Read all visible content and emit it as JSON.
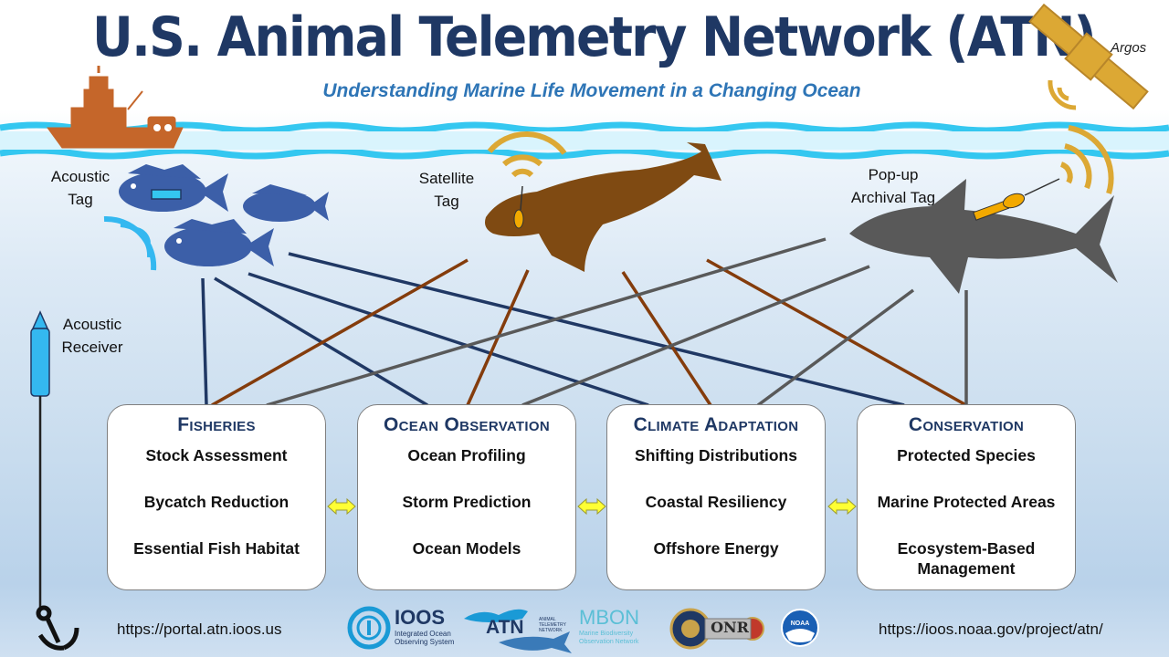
{
  "header": {
    "title": "U.S. Animal Telemetry Network (ATN)",
    "subtitle": "Understanding Marine Life Movement in a Changing Ocean",
    "argos_label": "Argos"
  },
  "tags": {
    "acoustic": [
      "Acoustic",
      "Tag"
    ],
    "satellite": [
      "Satellite",
      "Tag"
    ],
    "popup": [
      "Pop-up",
      "Archival Tag"
    ],
    "receiver": [
      "Acoustic",
      "Receiver"
    ]
  },
  "boxes": [
    {
      "title": "Fisheries",
      "items": [
        "Stock Assessment",
        "Bycatch Reduction",
        "Essential Fish Habitat"
      ]
    },
    {
      "title": "Ocean Observation",
      "items": [
        "Ocean Profiling",
        "Storm Prediction",
        "Ocean Models"
      ]
    },
    {
      "title": "Climate Adaptation",
      "items": [
        "Shifting Distributions",
        "Coastal Resiliency",
        "Offshore Energy"
      ]
    },
    {
      "title": "Conservation",
      "items": [
        "Protected Species",
        "Marine Protected Areas",
        "Ecosystem-Based Management"
      ]
    }
  ],
  "footer": {
    "url_left": "https://portal.atn.ioos.us",
    "url_right": "https://ioos.noaa.gov/project/atn/",
    "logos": {
      "ioos_name": "IOOS",
      "ioos_sub": [
        "Integrated Ocean",
        "Observing System"
      ],
      "atn_name": "ATN",
      "atn_sub": [
        "ANIMAL",
        "TELEMETRY",
        "NETWORK"
      ],
      "mbon_name": "MBON",
      "mbon_sub": [
        "Marine Biodiversity",
        "Observation Network"
      ],
      "onr_name": "ONR",
      "noaa_name": "NOAA"
    }
  },
  "colors": {
    "title": "#1f3864",
    "subtitle": "#2e75b6",
    "fish": "#3c5fa8",
    "seal": "#7f4a12",
    "shark": "#555555",
    "boat": "#c5662a",
    "wave": "#34c7f0",
    "signal": "#dca834",
    "line_fish": "#203864",
    "line_seal": "#843c0c",
    "line_shark": "#595959"
  }
}
